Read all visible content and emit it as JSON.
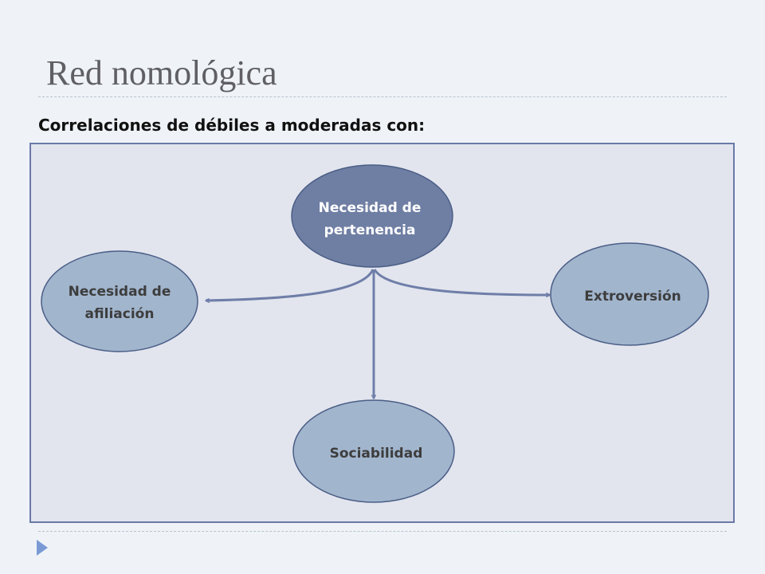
{
  "slide": {
    "title": "Red nomológica",
    "subtitle": "Correlaciones de débiles a moderadas con:"
  },
  "diagram": {
    "nodes": {
      "pertenencia": {
        "line1": "Necesidad de",
        "line2": "pertenencia"
      },
      "afiliacion": {
        "line1": "Necesidad de",
        "line2": "afiliación"
      },
      "extroversion": {
        "label": "Extroversión"
      },
      "sociabilidad": {
        "label": "Sociabilidad"
      }
    }
  },
  "colors": {
    "central_node": "#6f7ea3",
    "outer_node": "#a1b5cd",
    "node_stroke": "#4b5e86",
    "arrow": "#6f7ea8",
    "frame_border": "#6a7aa8",
    "frame_fill": "#e2e5ee",
    "title": "#5f5f64",
    "bullet": "#7a9ad6"
  },
  "icons": {
    "footer_bullet": "triangle-right-bullet-icon"
  }
}
